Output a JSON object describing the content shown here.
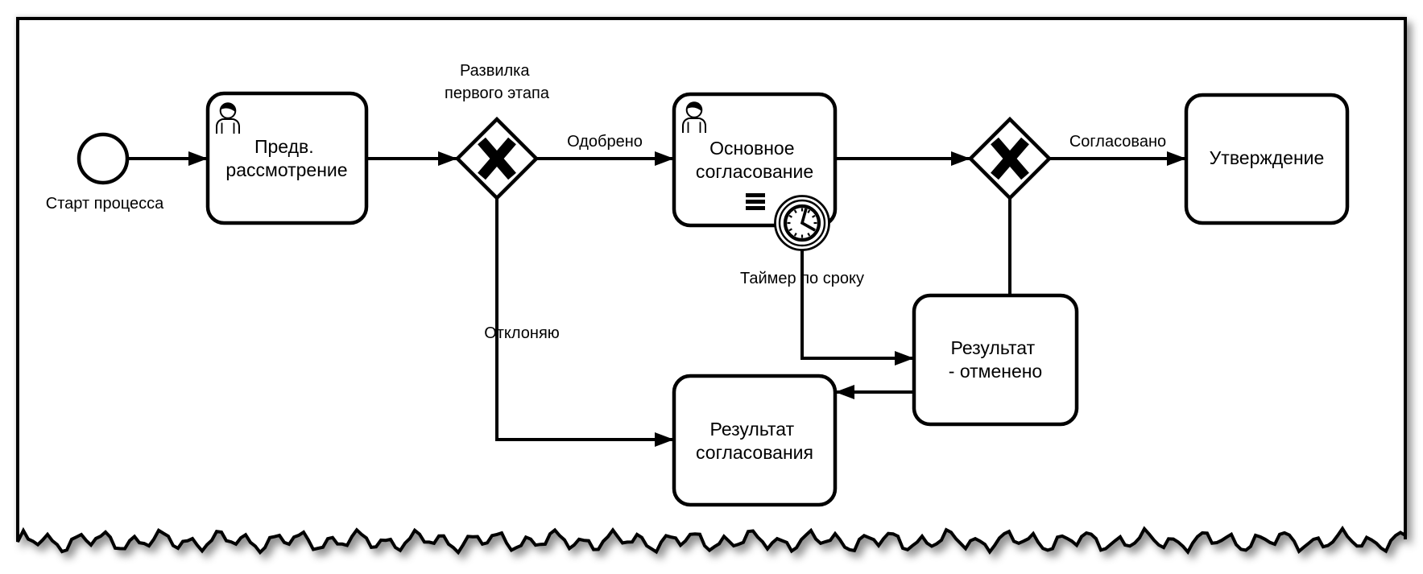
{
  "document": {
    "kind": "bpmn-process-diagram-on-torn-paper-sheet",
    "background": "#ffffff"
  },
  "colors": {
    "line": "#000000",
    "shape_fill": "#ffffff",
    "shadow": "rgba(0,0,0,0.40)"
  },
  "nodes": {
    "start": {
      "type": "start-event",
      "label": "Старт процесса"
    },
    "preliminary": {
      "type": "user-task",
      "lines": [
        "Предв.",
        "рассмотрение"
      ],
      "icon": "user-icon"
    },
    "fork1": {
      "type": "exclusive-gateway",
      "marker": "x-marker",
      "label_lines": [
        "Развилка",
        "первого этапа"
      ]
    },
    "main_approval": {
      "type": "user-task",
      "lines": [
        "Основное",
        "согласование"
      ],
      "icon": "user-icon",
      "marker": "sequential-multi-instance-marker"
    },
    "timer": {
      "type": "timer-boundary-event",
      "icon": "clock-icon",
      "label": "Таймер по сроку"
    },
    "fork2": {
      "type": "exclusive-gateway",
      "marker": "x-marker"
    },
    "approval": {
      "type": "task",
      "label": "Утверждение"
    },
    "result_approval": {
      "type": "task",
      "lines": [
        "Результат",
        "согласования"
      ]
    },
    "result_cancelled": {
      "type": "task",
      "lines": [
        "Результат",
        "- отменено"
      ]
    }
  },
  "flows": {
    "approved": {
      "label": "Одобрено"
    },
    "agreed": {
      "label": "Согласовано"
    },
    "rejected": {
      "label": "Отклоняю"
    }
  }
}
